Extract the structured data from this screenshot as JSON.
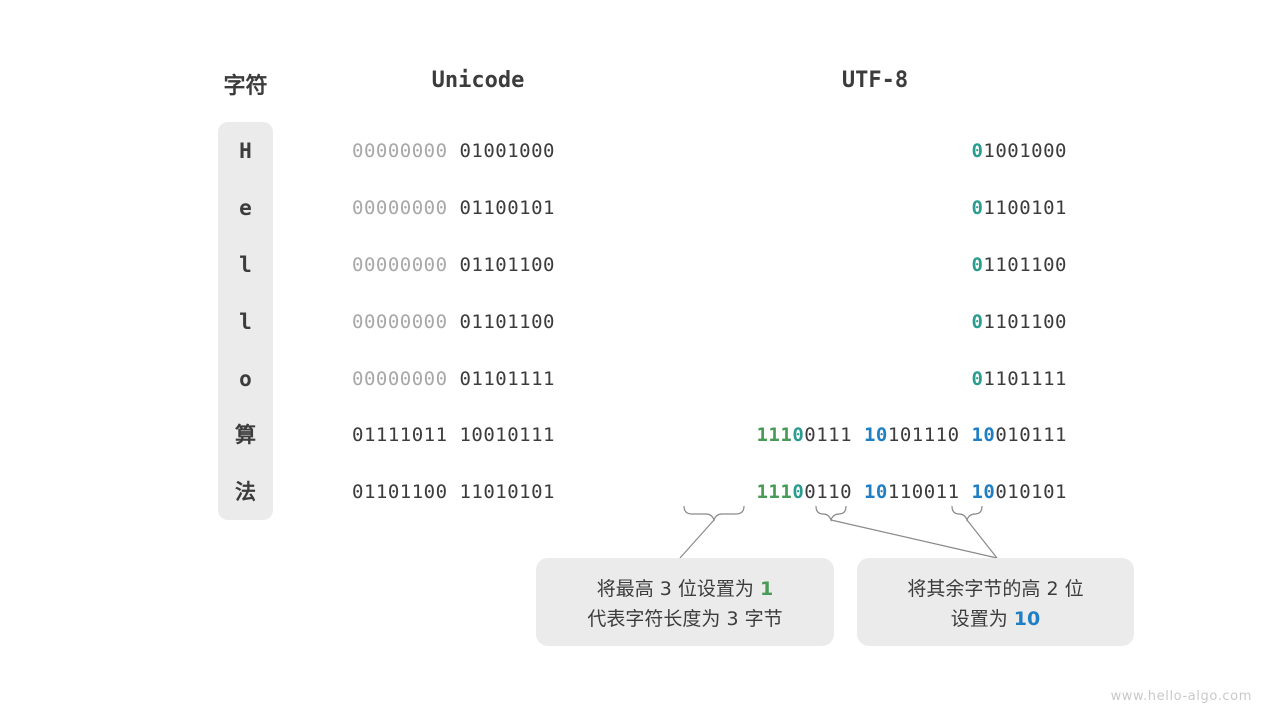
{
  "headers": {
    "char": "字符",
    "unicode": "Unicode",
    "utf8": "UTF-8"
  },
  "colors": {
    "green": "#4a9a57",
    "teal": "#2a9d8f",
    "blue": "#1f7fc4",
    "dim": "#a8a8a8",
    "dark": "#3c3c3c",
    "capsule_bg": "#ebebeb",
    "note_bg": "#ebebeb",
    "connector": "#8a8a8a",
    "watermark": "#c9c9c9"
  },
  "rows": [
    {
      "char": "H",
      "unicode_high": "00000000",
      "unicode_low": "01001000",
      "utf8_prefix": "0",
      "utf8_rest": "1001000"
    },
    {
      "char": "e",
      "unicode_high": "00000000",
      "unicode_low": "01100101",
      "utf8_prefix": "0",
      "utf8_rest": "1100101"
    },
    {
      "char": "l",
      "unicode_high": "00000000",
      "unicode_low": "01101100",
      "utf8_prefix": "0",
      "utf8_rest": "1101100"
    },
    {
      "char": "l",
      "unicode_high": "00000000",
      "unicode_low": "01101100",
      "utf8_prefix": "0",
      "utf8_rest": "1101100"
    },
    {
      "char": "o",
      "unicode_high": "00000000",
      "unicode_low": "01101111",
      "utf8_prefix": "0",
      "utf8_rest": "1101111"
    },
    {
      "char": "算",
      "unicode_high": "01111011",
      "unicode_low": "10010111",
      "b1_green": "111",
      "b1_teal": "0",
      "b1_rest": "0111",
      "b2_blue": "10",
      "b2_rest": "101110",
      "b3_blue": "10",
      "b3_rest": "010111"
    },
    {
      "char": "法",
      "unicode_high": "01101100",
      "unicode_low": "11010101",
      "b1_green": "111",
      "b1_teal": "0",
      "b1_rest": "0110",
      "b2_blue": "10",
      "b2_rest": "110011",
      "b3_blue": "10",
      "b3_rest": "010101"
    }
  ],
  "notes": [
    {
      "line1_a": "将最高 3 位设置为 ",
      "line1_b": "1",
      "line2": "代表字符长度为 3 字节"
    },
    {
      "line1": "将其余字节的高 2 位",
      "line2_a": "设置为 ",
      "line2_b": "10"
    }
  ],
  "watermark": "www.hello-algo.com"
}
